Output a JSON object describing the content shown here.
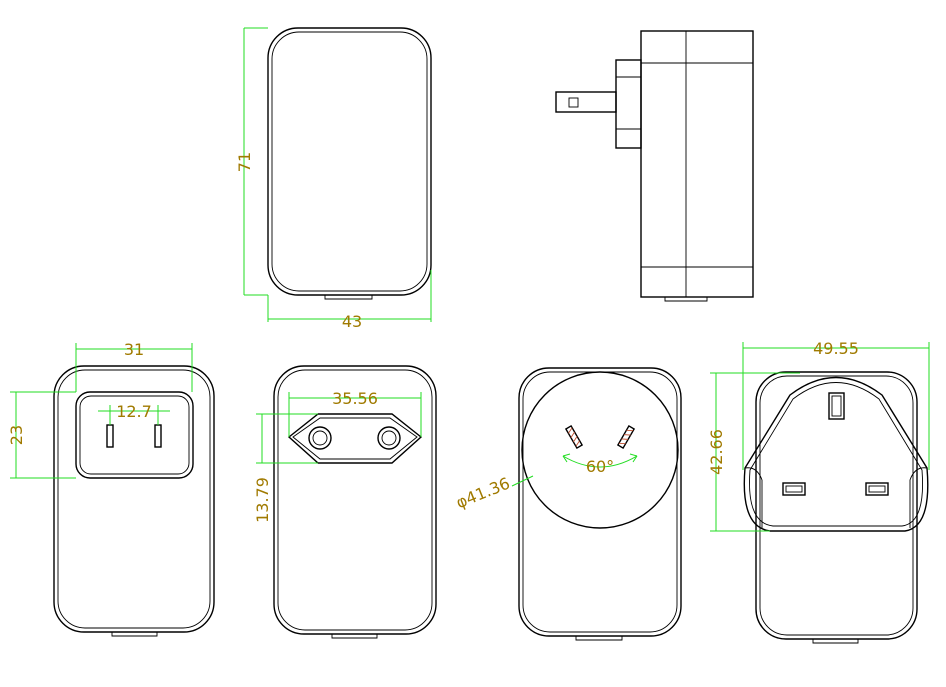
{
  "dimensions": {
    "height_71": "71",
    "width_43": "43",
    "width_31": "31",
    "pin_spacing_12_7": "12.7",
    "height_23": "23",
    "width_35_56": "35.56",
    "height_13_79": "13.79",
    "diameter_41_36": "φ41.36",
    "angle_60": "60°",
    "width_49_55": "49.55",
    "height_42_66": "42.66"
  },
  "colors": {
    "outline": "#000000",
    "dimension_line": "#22dd22",
    "dimension_text": "#a07a00",
    "pin_hatch": "#c05030"
  }
}
